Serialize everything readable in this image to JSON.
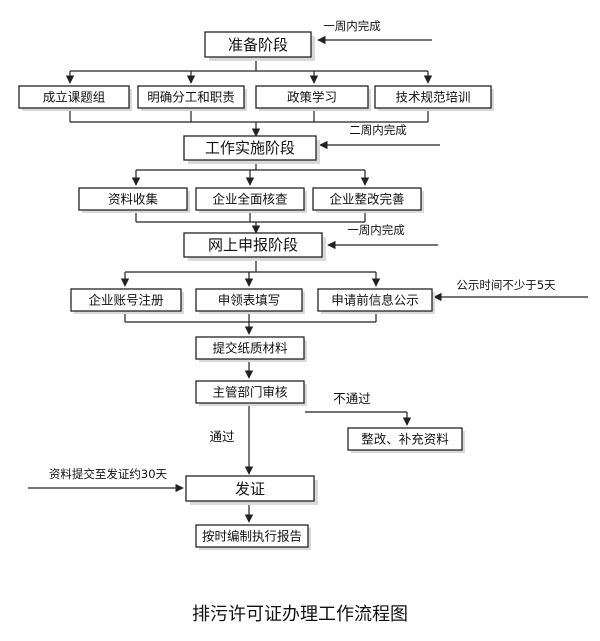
{
  "diagram": {
    "nodes": {
      "prep": "准备阶段",
      "group": "成立课题组",
      "duty": "明确分工和职责",
      "policy": "政策学习",
      "training": "技术规范培训",
      "impl": "工作实施阶段",
      "collect": "资料收集",
      "check": "企业全面核查",
      "rectify": "企业整改完善",
      "online": "网上申报阶段",
      "register": "企业账号注册",
      "form": "申领表填写",
      "publicize": "申请前信息公示",
      "paper": "提交纸质材料",
      "review": "主管部门审核",
      "supplement": "整改、补充资料",
      "issue": "发证",
      "report": "按时编制执行报告"
    },
    "notes": {
      "week1": "一周内完成",
      "week2": "二周内完成",
      "week3": "一周内完成",
      "days5": "公示时间不少于5天",
      "days30": "资料提交至发证约30天"
    },
    "edge_labels": {
      "fail": "不通过",
      "pass": "通过"
    },
    "caption": "排污许可证办理工作流程图"
  }
}
